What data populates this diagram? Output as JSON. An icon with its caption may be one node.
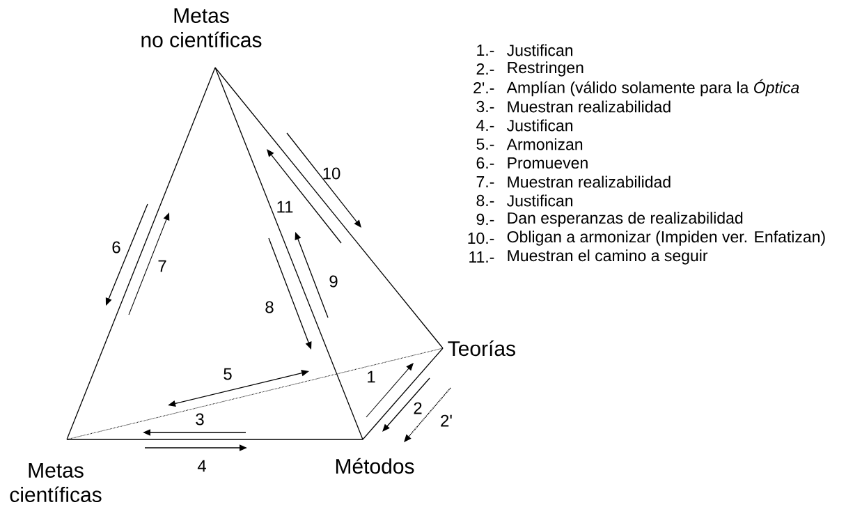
{
  "diagram": {
    "nodes": [
      {
        "text": [
          "Metas no científicas"
        ]
      },
      {
        "text": [
          "Teorías"
        ]
      },
      {
        "text": [
          "Metas científicas"
        ]
      },
      {
        "text": [
          "Métodos"
        ]
      }
    ],
    "edges": [
      {
        "from": 0,
        "to": 2,
        "arrow": "none"
      },
      {
        "from": 0,
        "to": 3,
        "arrow": "none"
      },
      {
        "from": 0,
        "to": 1,
        "arrow": "none"
      },
      {
        "from": 2,
        "to": 3,
        "arrow": "none"
      },
      {
        "from": 3,
        "to": 1,
        "arrow": "none"
      },
      {
        "from": 2,
        "to": 1,
        "arrow": "none",
        "style": "dashed"
      }
    ],
    "labels": [
      "10",
      "11",
      "6",
      "7",
      "9",
      "8",
      "5",
      "1",
      "3",
      "2",
      "2'",
      "4",
      "1.-",
      "Justifican",
      "2.-",
      "Restringen",
      "2'.-",
      "Amplían (válido solamente para la *Óptica*",
      "3.-",
      "Muestran realizabilidad",
      "4.-",
      "Justifican",
      "5.-",
      "Armonizan",
      "6.-",
      "Promueven",
      "7.-",
      "Muestran realizabilidad",
      "8.-",
      "Justifican",
      "9.-",
      "Dan esperanzas de realizabilidad",
      "10.-",
      "Obligan a armonizar (Impiden ver. Enfatizan)",
      "11.-",
      "Muestran el camino a seguir"
    ]
  }
}
